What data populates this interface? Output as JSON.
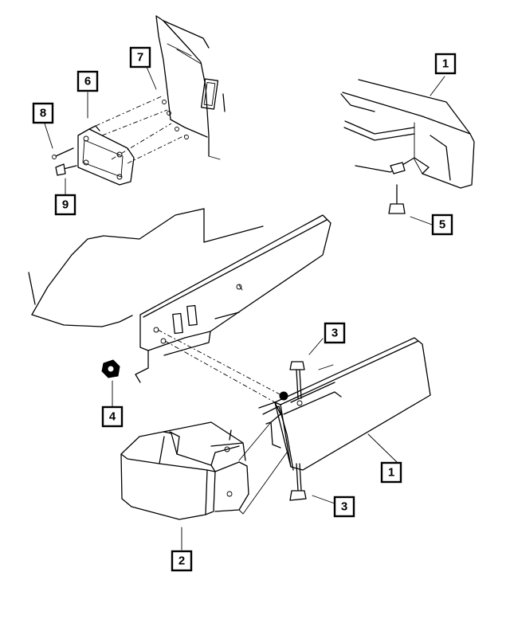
{
  "callouts": [
    {
      "label": "1"
    },
    {
      "label": "1"
    },
    {
      "label": "2"
    },
    {
      "label": "3"
    },
    {
      "label": "3"
    },
    {
      "label": "4"
    },
    {
      "label": "5"
    },
    {
      "label": "6"
    },
    {
      "label": "7"
    },
    {
      "label": "8"
    },
    {
      "label": "9"
    }
  ]
}
